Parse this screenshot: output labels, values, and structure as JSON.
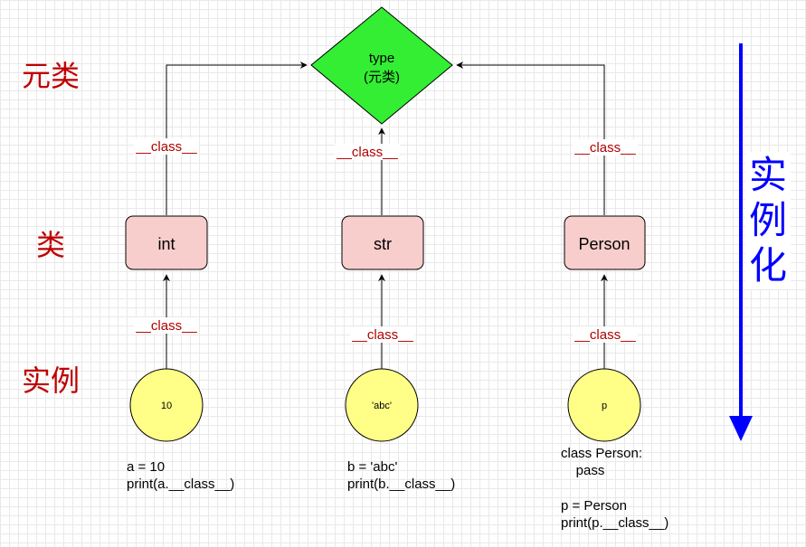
{
  "rows": {
    "metaclass": "元类",
    "class": "类",
    "instance": "实例"
  },
  "side_label": [
    "实",
    "例",
    "化"
  ],
  "metaclass_node": {
    "line1": "type",
    "line2": "(元类)"
  },
  "edge_label": "__class__",
  "columns": [
    {
      "class_name": "int",
      "instance_value": "10",
      "code": [
        "a = 10",
        "print(a.__class__)"
      ]
    },
    {
      "class_name": "str",
      "instance_value": "'abc'",
      "code": [
        "b = 'abc'",
        "print(b.__class__)"
      ]
    },
    {
      "class_name": "Person",
      "instance_value": "p",
      "code": [
        "class Person:",
        "    pass",
        "",
        "p = Person",
        "print(p.__class__)"
      ]
    }
  ],
  "colors": {
    "row_label": "#c00000",
    "edge_label": "#b00000",
    "side_label": "#0000ff",
    "side_arrow": "#0000ff",
    "metaclass_fill": "#33ee33",
    "class_fill": "#f8cecc",
    "instance_fill": "#ffff88"
  }
}
